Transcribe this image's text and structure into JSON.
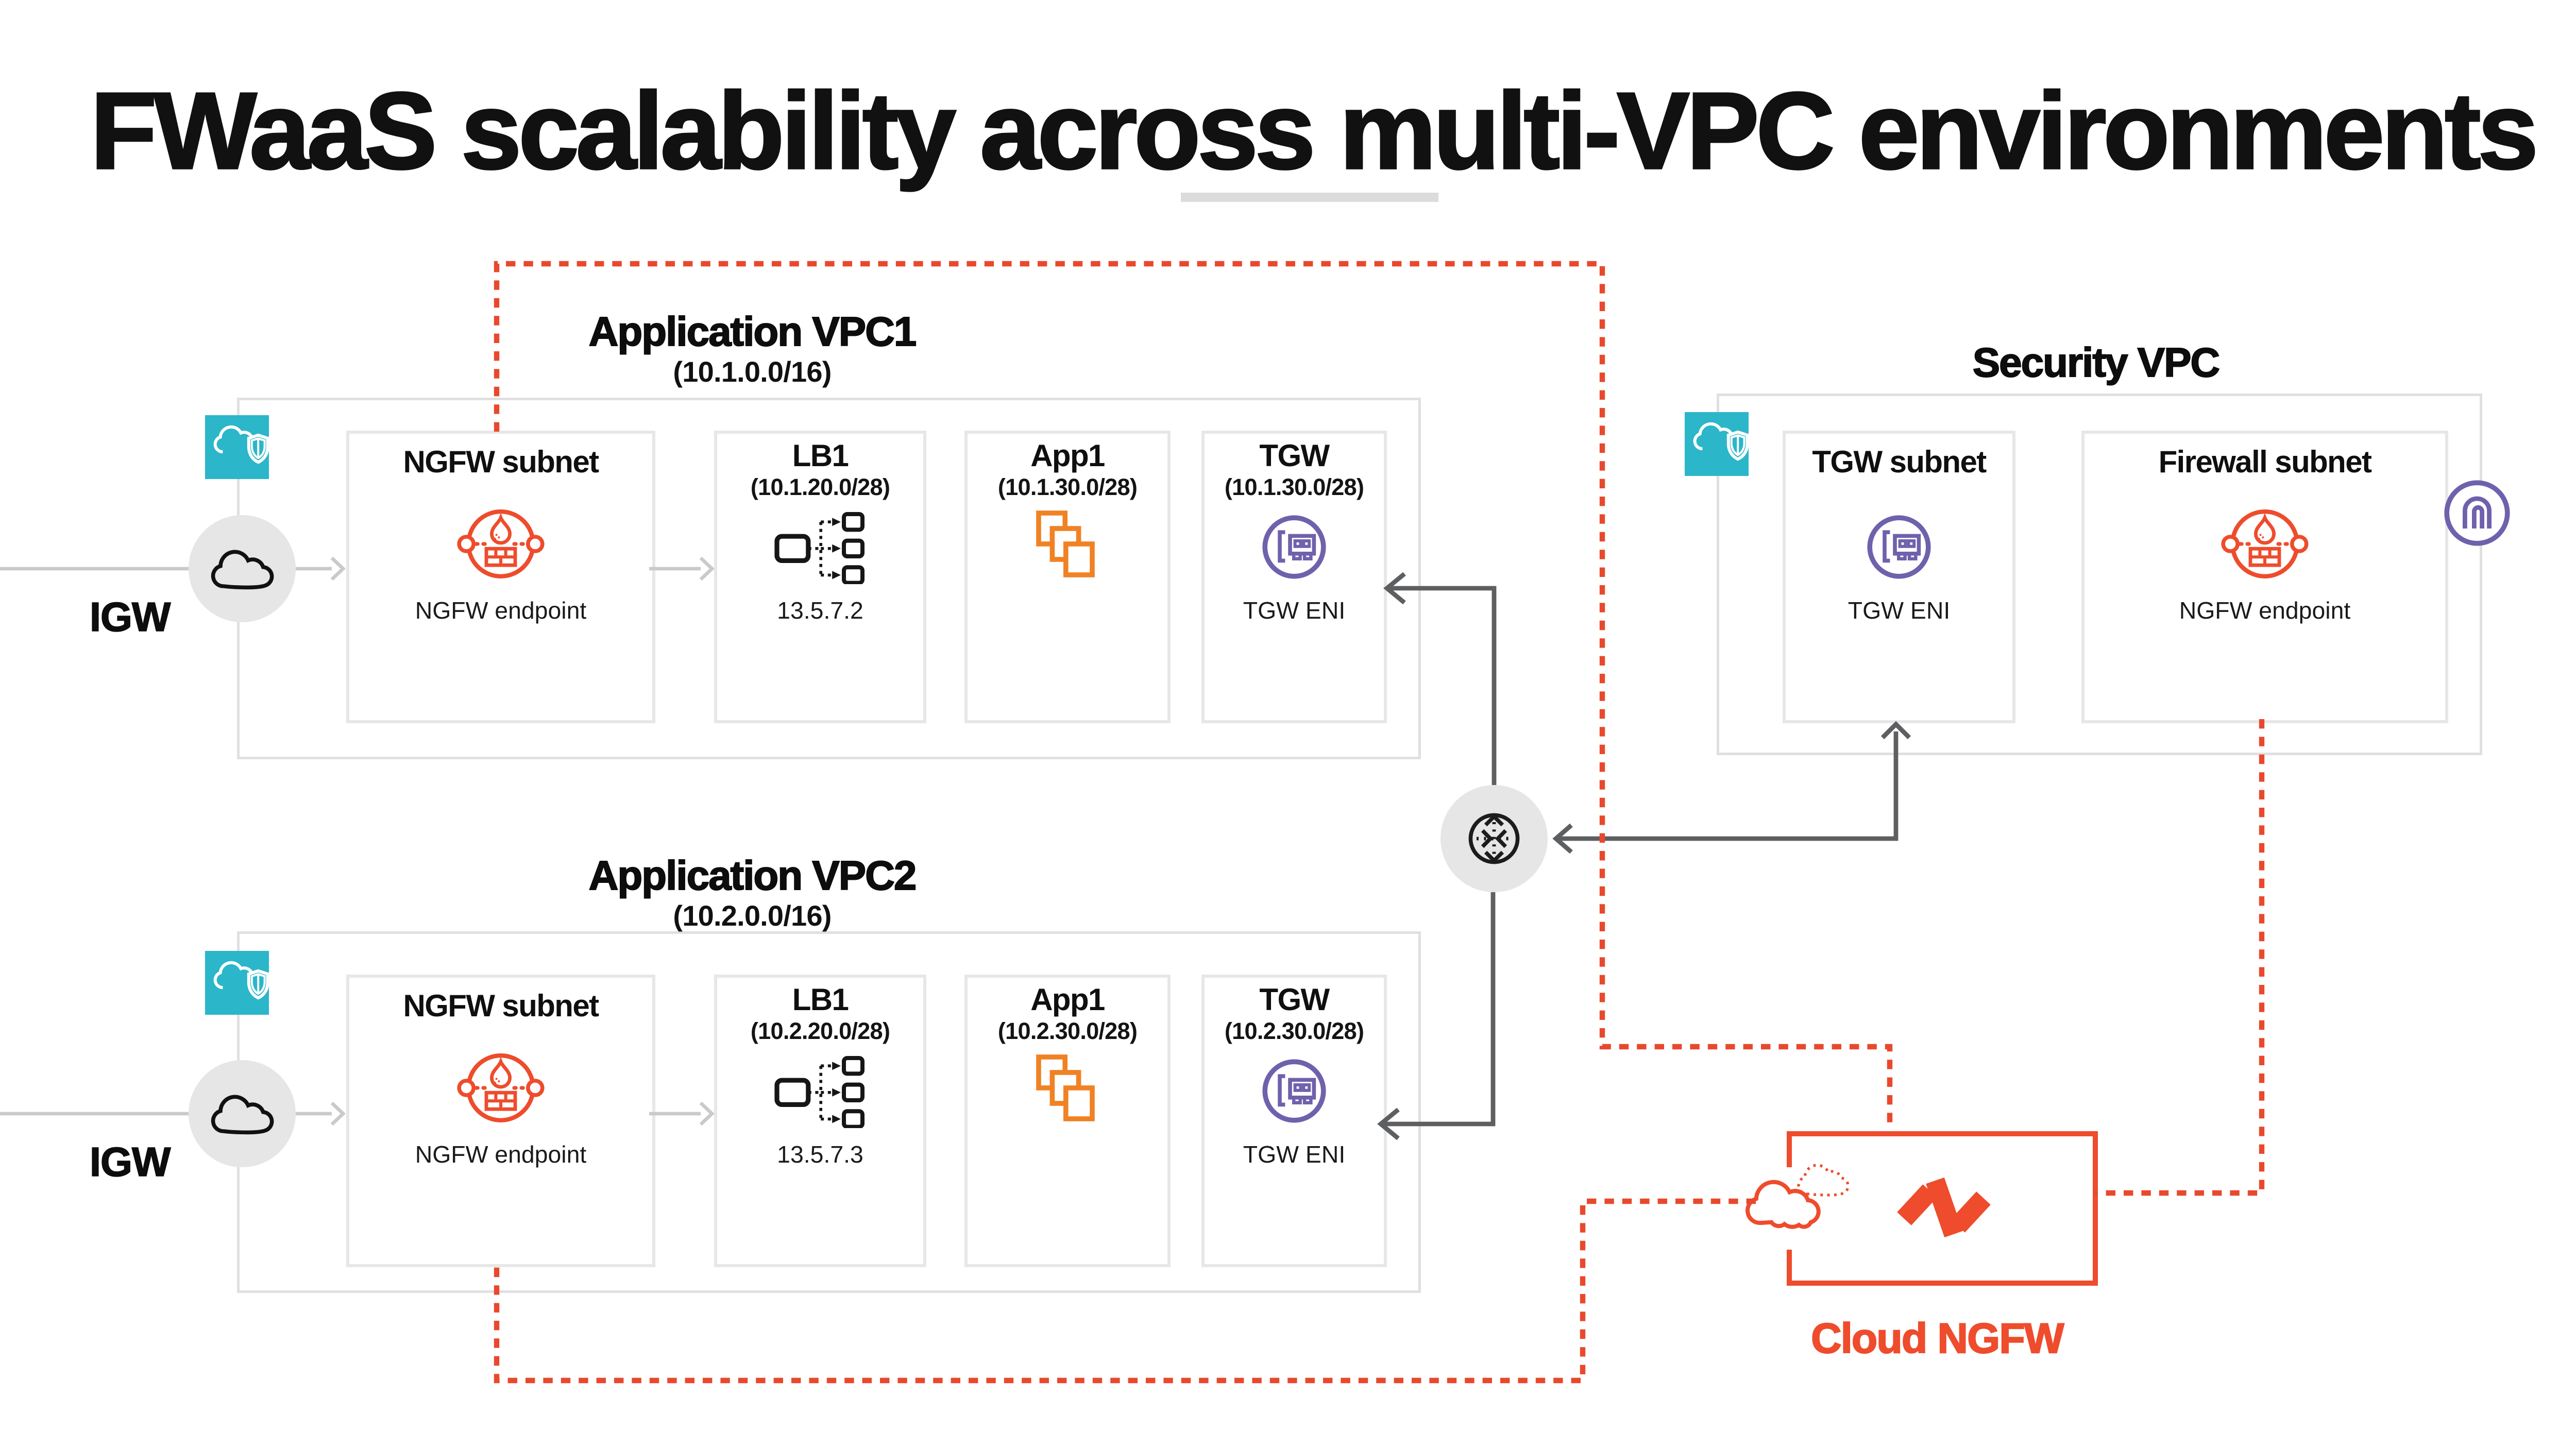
{
  "title": "FWaaS scalability across multi-VPC environments",
  "colors": {
    "brand_orange": "#ee4c2c",
    "app_orange": "#f08224",
    "purple": "#7061ac",
    "teal": "#2bb6c9",
    "arrow_gray": "#5e5f61",
    "dotted_red": "#e8492d"
  },
  "vpc1": {
    "title": "Application VPC1",
    "cidr": "(10.1.0.0/16)",
    "igw_label": "IGW",
    "ngfw": {
      "title": "NGFW subnet",
      "label": "NGFW endpoint"
    },
    "lb": {
      "title": "LB1",
      "cidr": "(10.1.20.0/28)",
      "label": "13.5.7.2"
    },
    "app": {
      "title": "App1",
      "cidr": "(10.1.30.0/28)"
    },
    "tgw": {
      "title": "TGW",
      "cidr": "(10.1.30.0/28)",
      "label": "TGW ENI"
    }
  },
  "vpc2": {
    "title": "Application VPC2",
    "cidr": "(10.2.0.0/16)",
    "igw_label": "IGW",
    "ngfw": {
      "title": "NGFW subnet",
      "label": "NGFW endpoint"
    },
    "lb": {
      "title": "LB1",
      "cidr": "(10.2.20.0/28)",
      "label": "13.5.7.3"
    },
    "app": {
      "title": "App1",
      "cidr": "(10.2.30.0/28)"
    },
    "tgw": {
      "title": "TGW",
      "cidr": "(10.2.30.0/28)",
      "label": "TGW ENI"
    }
  },
  "security_vpc": {
    "title": "Security VPC",
    "tgw_subnet": {
      "title": "TGW subnet",
      "label": "TGW ENI"
    },
    "firewall_subnet": {
      "title": "Firewall subnet",
      "label": "NGFW endpoint"
    }
  },
  "cloud_ngfw": {
    "label": "Cloud NGFW"
  }
}
